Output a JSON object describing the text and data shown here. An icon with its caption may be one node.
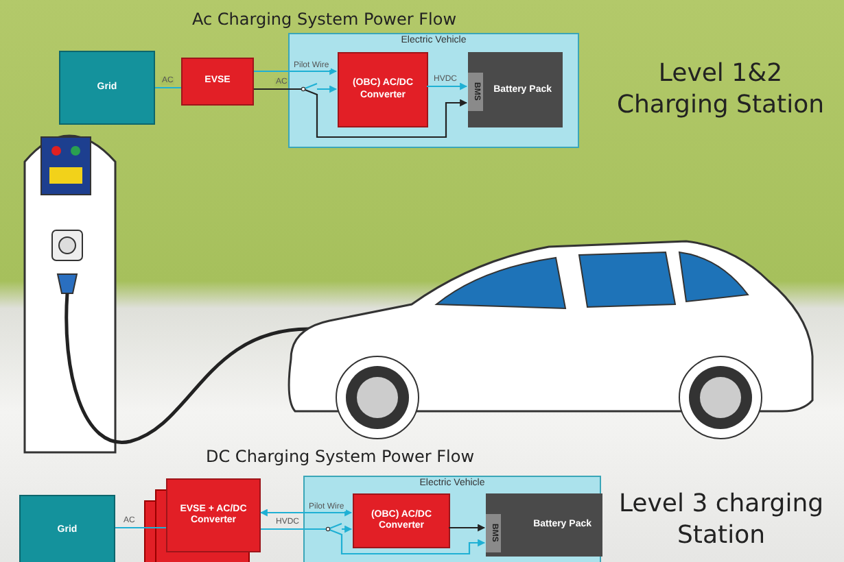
{
  "diagram": {
    "nodes": [
      {
        "text": [
          "Grid"
        ]
      },
      {
        "text": [
          "EVSE"
        ]
      },
      {
        "text": [
          "Electric Vehicle"
        ]
      },
      {
        "text": [
          "(OBC) AC/DC Converter"
        ],
        "in": 2
      },
      {
        "text": [
          "Battery Pack"
        ],
        "in": 2
      },
      {
        "text": [
          "BMS"
        ],
        "in": 4
      },
      {
        "text": [
          "Grid"
        ]
      },
      {
        "text": [
          "EVSE + AC/DC Converter"
        ]
      },
      {
        "text": [
          "Electric Vehicle"
        ]
      },
      {
        "text": [
          "(OBC) AC/DC Converter"
        ],
        "in": 8
      },
      {
        "text": [
          "Battery Pack"
        ],
        "in": 8
      },
      {
        "text": [
          "BMS"
        ],
        "in": 10
      }
    ],
    "edges": [
      {
        "from": 0,
        "to": 1,
        "arrow": "none",
        "label": "AC"
      },
      {
        "from": 1,
        "to": 3,
        "arrow": "to",
        "label": "Pilot Wire"
      },
      {
        "from": 1,
        "to": 3,
        "arrow": "to",
        "label": "AC"
      },
      {
        "from": 3,
        "to": 5,
        "arrow": "to",
        "label": "HVDC"
      },
      {
        "from": 1,
        "to": 5,
        "arrow": "to",
        "color": "#222222"
      },
      {
        "from": 6,
        "to": 7,
        "arrow": "none",
        "label": "AC"
      },
      {
        "from": 7,
        "to": 9,
        "arrow": "both",
        "label": "Pilot Wire"
      },
      {
        "from": 7,
        "to": 9,
        "arrow": "to",
        "label": "HVDC"
      },
      {
        "from": 9,
        "to": 11,
        "arrow": "to",
        "color": "#222222"
      },
      {
        "from": 7,
        "to": 10,
        "arrow": "to"
      }
    ],
    "labels": [
      "Ac Charging System Power Flow",
      "Level 1&2 Charging Station",
      "DC Charging System Power Flow",
      "Level 3 charging Station"
    ]
  }
}
